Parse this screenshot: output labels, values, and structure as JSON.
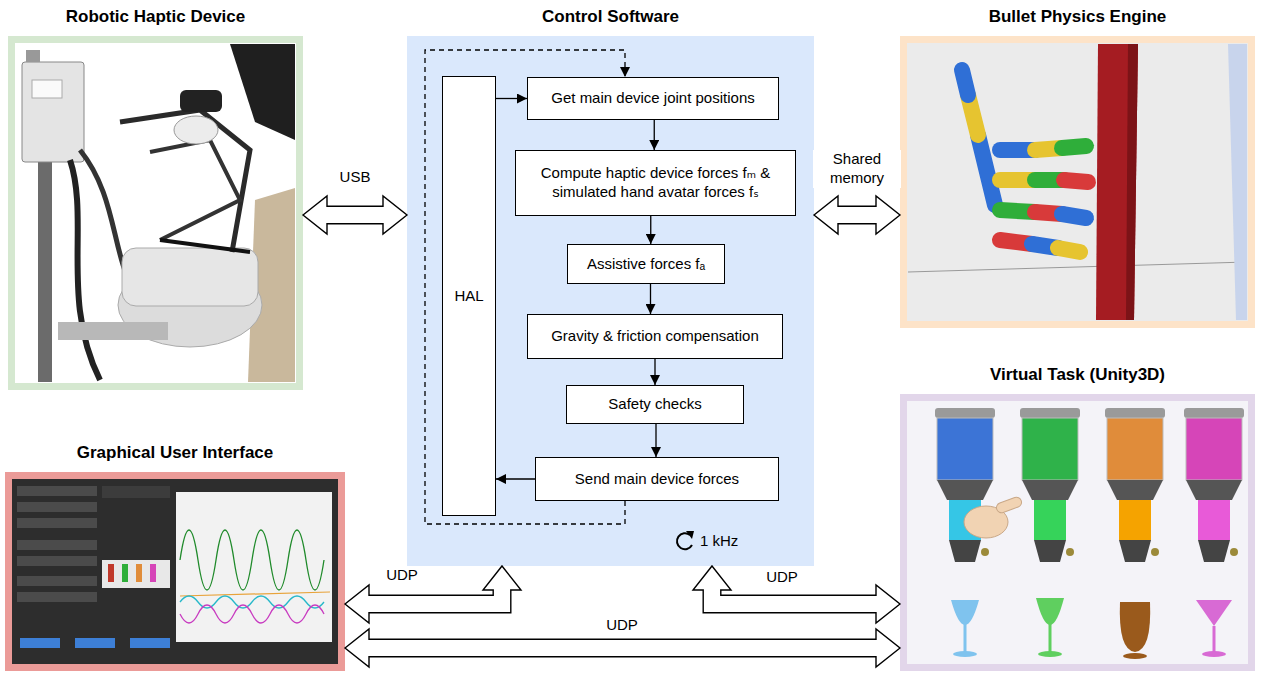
{
  "diagram": {
    "nodes": [
      {
        "text": [
          "Robotic Haptic Device"
        ]
      },
      {
        "text": [
          "Control Software"
        ]
      },
      {
        "text": [
          "HAL"
        ],
        "in": 1
      },
      {
        "text": [
          "Get main device joint positions"
        ],
        "in": 1
      },
      {
        "text": [
          "Compute haptic device forces fₘ & simulated hand avatar forces fₛ"
        ],
        "in": 1
      },
      {
        "text": [
          "Assistive forces fₐ"
        ],
        "in": 1
      },
      {
        "text": [
          "Gravity & friction compensation"
        ],
        "in": 1
      },
      {
        "text": [
          "Safety checks"
        ],
        "in": 1
      },
      {
        "text": [
          "Send main device forces"
        ],
        "in": 1
      },
      {
        "text": [
          "Bullet Physics Engine"
        ]
      },
      {
        "text": [
          "Graphical User Interface"
        ]
      },
      {
        "text": [
          "Virtual Task (Unity3D)"
        ]
      }
    ],
    "edges": [
      {
        "from": 0,
        "to": 1,
        "label": "USB",
        "arrow": "both"
      },
      {
        "from": 1,
        "to": 9,
        "label": "Shared memory",
        "arrow": "both"
      },
      {
        "from": 2,
        "to": 3,
        "arrow": "to"
      },
      {
        "from": 3,
        "to": 4,
        "arrow": "to"
      },
      {
        "from": 4,
        "to": 5,
        "arrow": "to"
      },
      {
        "from": 5,
        "to": 6,
        "arrow": "to"
      },
      {
        "from": 6,
        "to": 7,
        "arrow": "to"
      },
      {
        "from": 7,
        "to": 8,
        "arrow": "to"
      },
      {
        "from": 8,
        "to": 2,
        "arrow": "to"
      },
      {
        "from": 8,
        "to": 3,
        "arrow": "to"
      },
      {
        "from": 10,
        "to": 1,
        "label": "UDP",
        "arrow": "both"
      },
      {
        "from": 1,
        "to": 11,
        "label": "UDP",
        "arrow": "both"
      },
      {
        "from": 10,
        "to": 11,
        "label": "UDP",
        "arrow": "both"
      }
    ],
    "labels": [
      "1 kHz"
    ]
  }
}
